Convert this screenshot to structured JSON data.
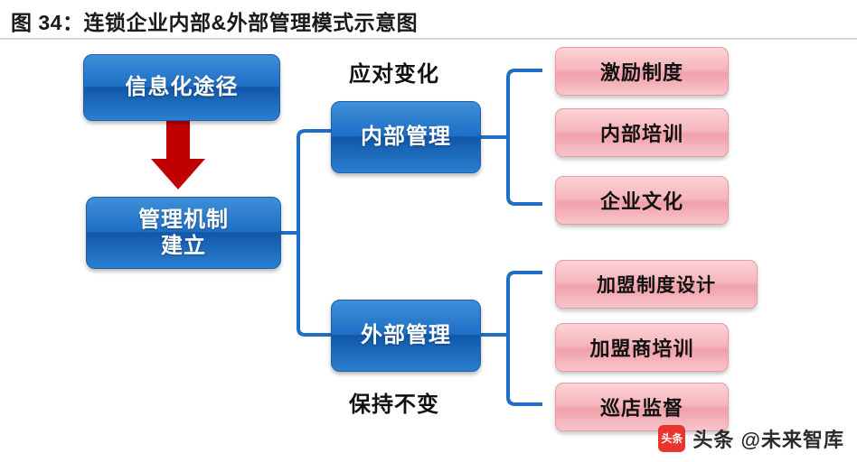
{
  "figure": {
    "title": "图 34：连锁企业内部&外部管理模式示意图"
  },
  "nodes": {
    "informatization": "信息化途径",
    "mechanism": "管理机制\n建立",
    "internal": "内部管理",
    "external": "外部管理",
    "internal_items": [
      "激励制度",
      "内部培训",
      "企业文化"
    ],
    "external_items": [
      "加盟制度设计",
      "加盟商培训",
      "巡店监督"
    ]
  },
  "labels": {
    "top": "应对变化",
    "bottom": "保持不变"
  },
  "colors": {
    "blue": "#1e6fc6",
    "pink": "#f4aeb5",
    "arrow_red": "#c00000",
    "connector_blue": "#1f6fc6",
    "rule": "#d9d9d9",
    "watermark_red": "#e8352e"
  },
  "watermark": {
    "logo_text": "头条",
    "text": "头条 @未来智库"
  }
}
